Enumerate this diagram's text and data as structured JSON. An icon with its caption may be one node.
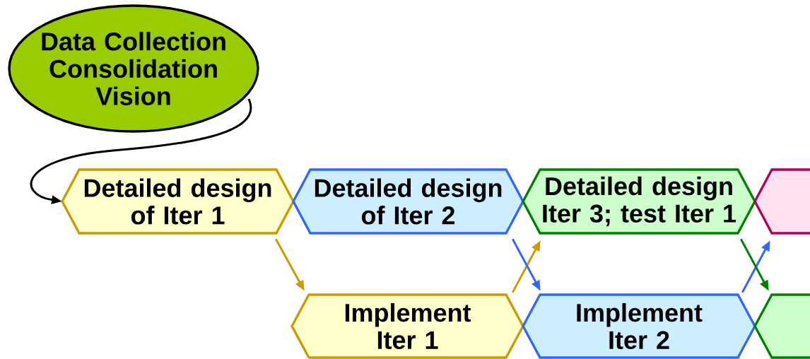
{
  "diagram": {
    "nodes": [
      {
        "text": [
          "Data Collection Consolidation Vision"
        ]
      },
      {
        "text": [
          "Detailed design of Iter 1"
        ]
      },
      {
        "text": [
          "Detailed design of Iter 2"
        ]
      },
      {
        "text": [
          "Detailed design Iter 3; test Iter 1"
        ]
      },
      {
        "text": [],
        "shape": "hexagon"
      },
      {
        "text": [
          "Implement Iter 1"
        ]
      },
      {
        "text": [
          "Implement Iter 2"
        ]
      },
      {
        "text": [],
        "shape": "hexagon"
      }
    ],
    "edges": [
      {
        "from": 0,
        "to": 1,
        "arrow": "to",
        "color": "#000000"
      },
      {
        "from": 1,
        "to": 5,
        "arrow": "to",
        "color": "#cc9900"
      },
      {
        "from": 5,
        "to": 3,
        "arrow": "to",
        "color": "#cc9900"
      },
      {
        "from": 2,
        "to": 6,
        "arrow": "to",
        "color": "#3366ff"
      },
      {
        "from": 6,
        "to": 4,
        "arrow": "to",
        "color": "#3366ff"
      },
      {
        "from": 3,
        "to": 7,
        "arrow": "to",
        "color": "#008000"
      }
    ]
  }
}
